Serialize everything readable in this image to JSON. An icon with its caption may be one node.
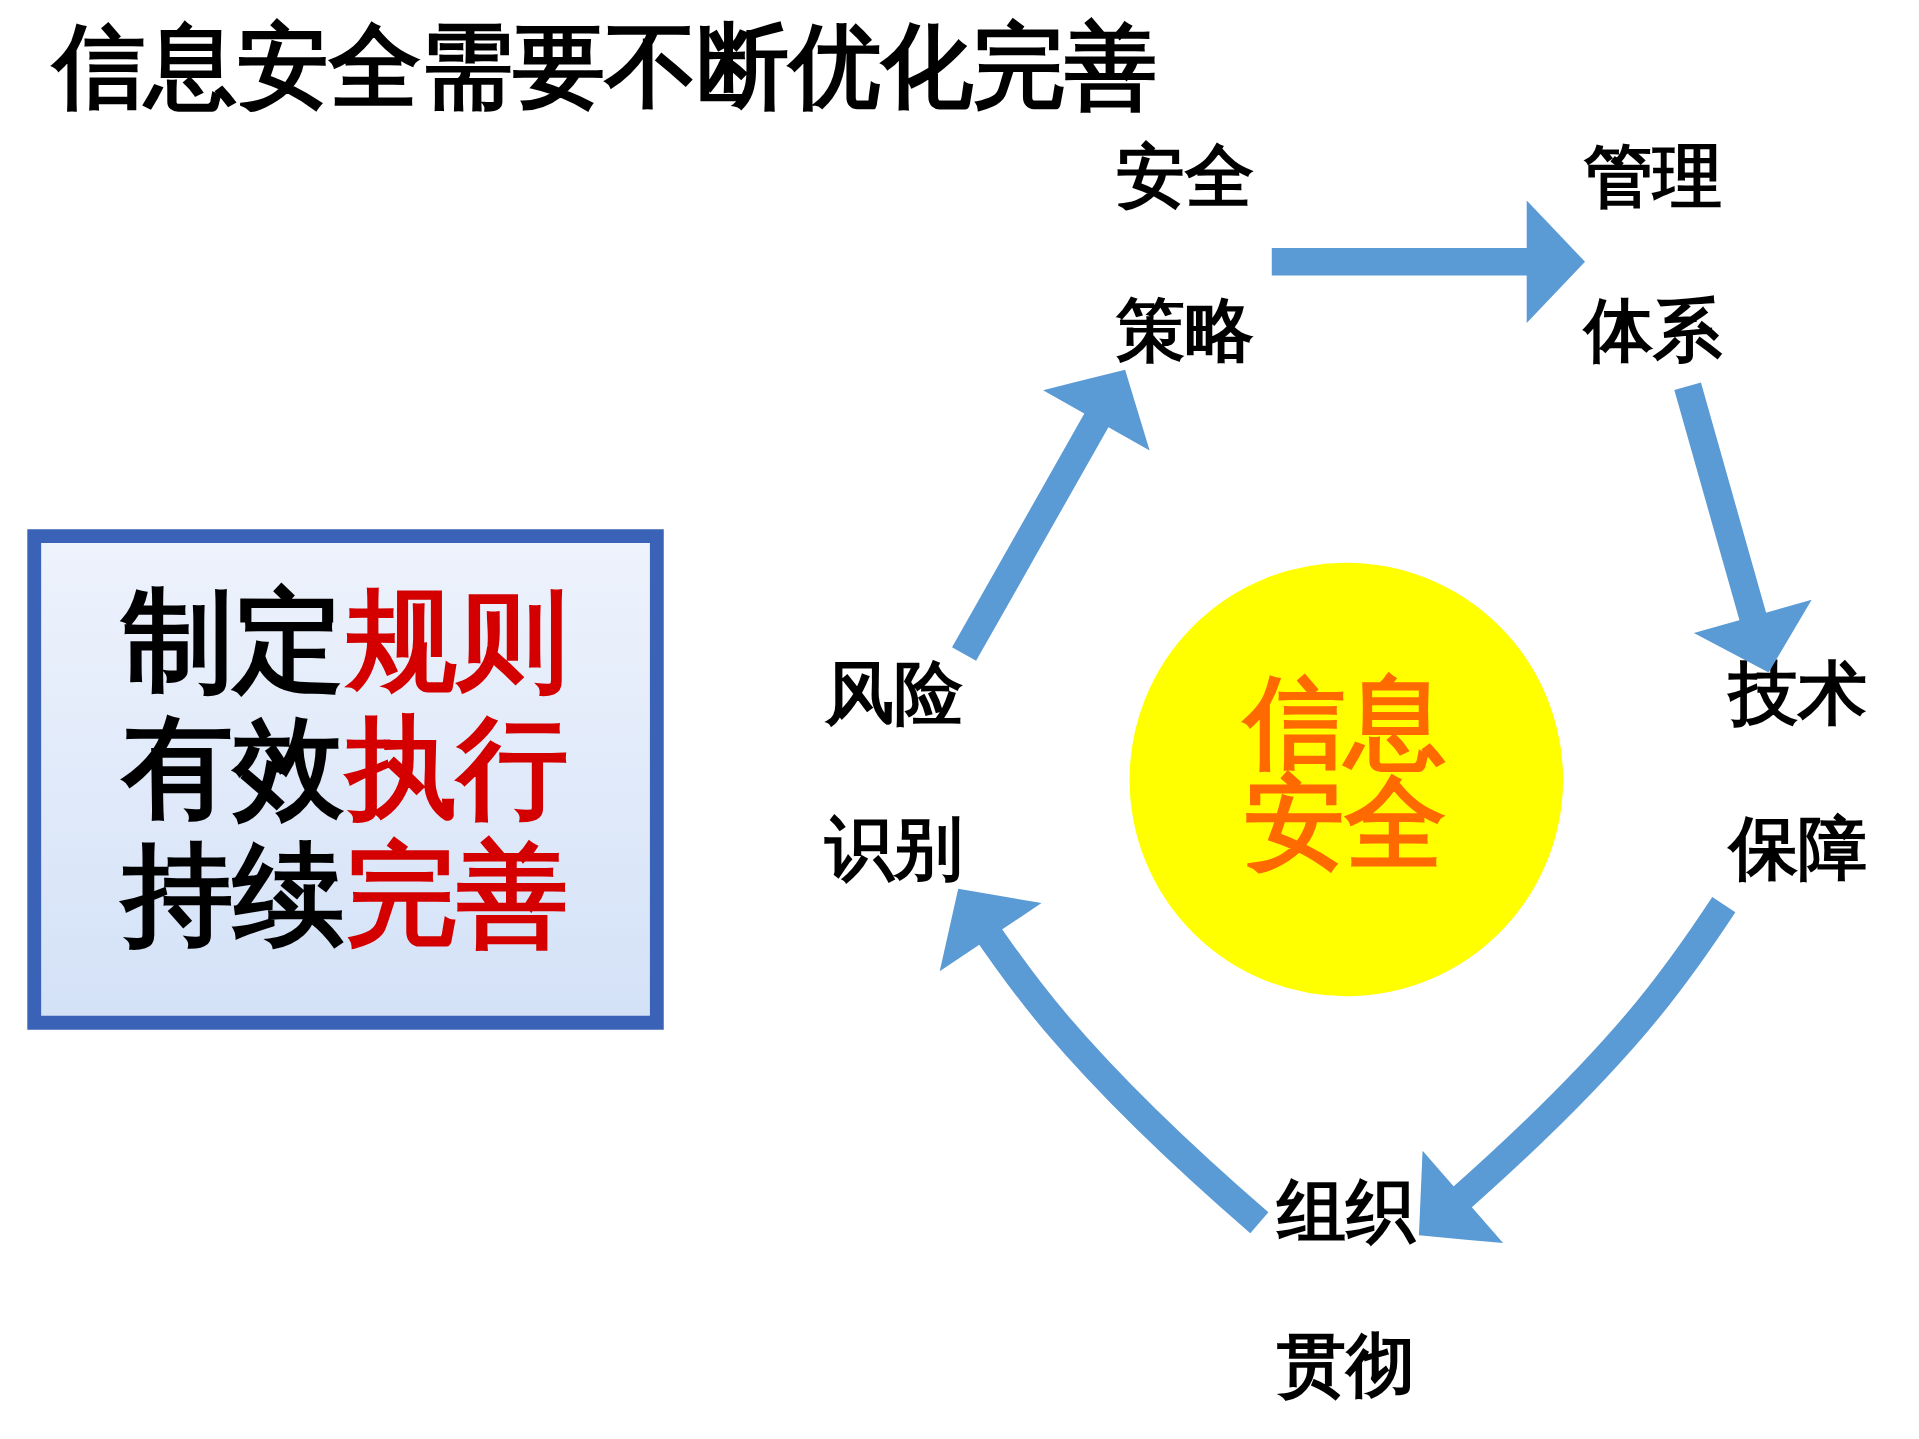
{
  "diagram": {
    "title": "信息安全需要不断优化完善",
    "nodes": [
      {
        "text": [
          "制定规则",
          "有效执行",
          "持续完善"
        ]
      },
      {
        "text": [
          "安全策略"
        ]
      },
      {
        "text": [
          "管理体系"
        ]
      },
      {
        "text": [
          "信息安全"
        ]
      },
      {
        "text": [
          "技术保障"
        ]
      },
      {
        "text": [
          "组织贯彻"
        ]
      },
      {
        "text": [
          "风险识别"
        ]
      }
    ],
    "edges": [
      {
        "from": 1,
        "to": 2,
        "arrow": "to"
      },
      {
        "from": 2,
        "to": 4,
        "arrow": "to"
      },
      {
        "from": 4,
        "to": 5,
        "arrow": "to"
      },
      {
        "from": 5,
        "to": 6,
        "arrow": "to"
      },
      {
        "from": 6,
        "to": 1,
        "arrow": "to"
      }
    ]
  }
}
